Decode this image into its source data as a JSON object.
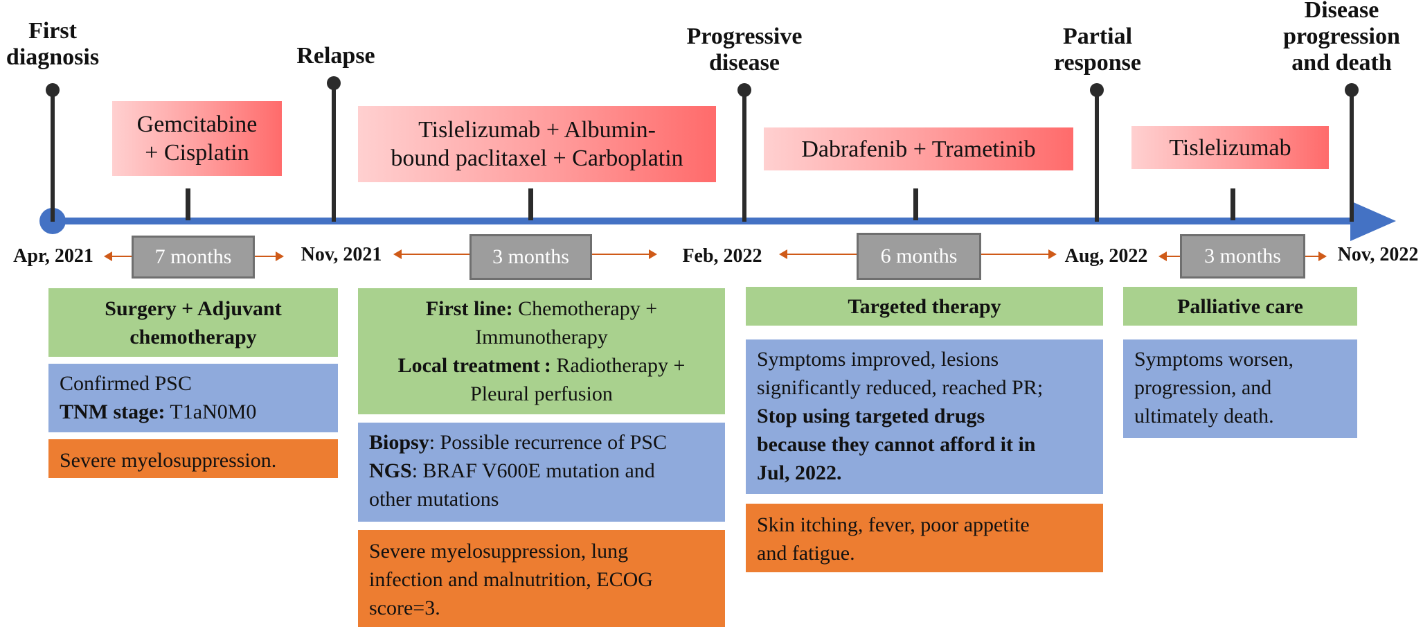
{
  "milestones": [
    {
      "label": "First\ndiagnosis"
    },
    {
      "label": "Relapse"
    },
    {
      "label": "Progressive\ndisease"
    },
    {
      "label": "Partial\nresponse"
    },
    {
      "label": "Disease\nprogression\nand death"
    }
  ],
  "drugs": [
    {
      "text": "Gemcitabine\n+ Cisplatin"
    },
    {
      "text": "Tislelizumab + Albumin-\nbound paclitaxel + Carboplatin"
    },
    {
      "text": "Dabrafenib + Trametinib"
    },
    {
      "text": "Tislelizumab"
    }
  ],
  "dates": [
    "Apr, 2021",
    "Nov, 2021",
    "Feb, 2022",
    "Aug, 2022",
    "Nov, 2022"
  ],
  "durations": [
    "7 months",
    "3 months",
    "6 months",
    "3 months"
  ],
  "phases": [
    {
      "title": "Surgery + Adjuvant\nchemotherapy",
      "info": {
        "line1": "Confirmed PSC",
        "stage_label": "TNM stage:",
        "stage_value": " T1aN0M0"
      },
      "adverse": "Severe myelosuppression."
    },
    {
      "title_rows": [
        {
          "bold": "First line:",
          "text": " Chemotherapy +"
        },
        {
          "bold": "",
          "text": "Immunotherapy"
        },
        {
          "bold": "Local treatment :",
          "text": " Radiotherapy +"
        },
        {
          "bold": "",
          "text": "Pleural perfusion"
        }
      ],
      "info_rows": [
        {
          "bold": "Biopsy",
          "text": ": Possible recurrence of PSC"
        },
        {
          "bold": "NGS",
          "text": ": BRAF V600E mutation and"
        },
        {
          "bold": "",
          "text": "other mutations"
        }
      ],
      "adverse": "Severe myelosuppression, lung\ninfection and malnutrition, ECOG\nscore=3."
    },
    {
      "title": "Targeted therapy",
      "info_plain": "Symptoms improved, lesions\nsignificantly reduced, reached PR;",
      "info_bold": "Stop using targeted drugs\nbecause they cannot afford it in\nJul, 2022.",
      "adverse": "Skin itching, fever, poor appetite\nand fatigue."
    },
    {
      "title": "Palliative care",
      "info": "Symptoms worsen,\nprogression, and\nultimately death."
    }
  ],
  "colors": {
    "timeline": "#4472c4",
    "stem": "#2b2b2b",
    "arrow": "#cf5a18",
    "green": "#a9d18e",
    "blue": "#8faadc",
    "orange": "#ed7d31",
    "duration_fill": "#9d9d9d",
    "drug_gradient_end": "#ff6b6b"
  }
}
